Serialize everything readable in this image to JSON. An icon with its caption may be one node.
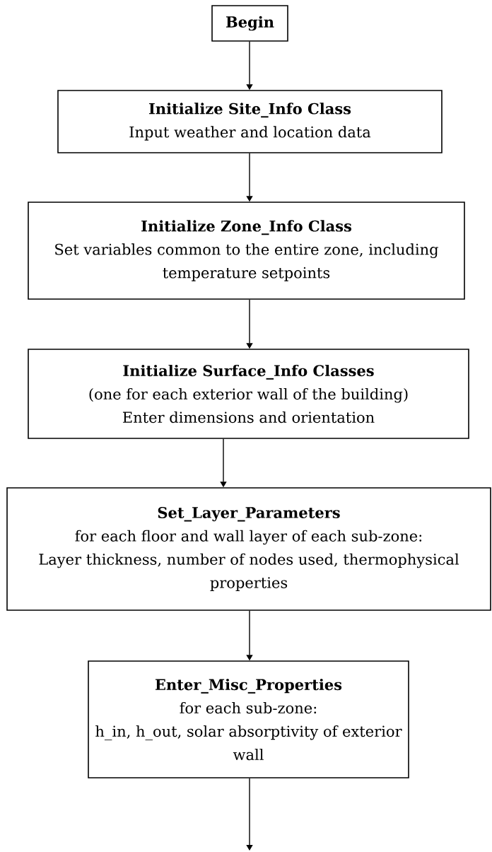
{
  "diagram": {
    "nodes": [
      {
        "text": [
          "Begin"
        ]
      },
      {
        "text": [
          "Initialize Site_Info Class",
          "Input weather and location data"
        ]
      },
      {
        "text": [
          "Initialize Zone_Info Class",
          "Set variables common to the entire zone, including temperature setpoints"
        ]
      },
      {
        "text": [
          "Initialize Surface_Info Classes",
          "(one for each exterior wall of the building)",
          "Enter dimensions and orientation"
        ]
      },
      {
        "text": [
          "Set_Layer_Parameters",
          "for each floor and wall layer of each sub-zone:",
          "Layer thickness, number of nodes used, thermophysical properties"
        ]
      },
      {
        "text": [
          "Enter_Misc_Properties",
          "for each sub-zone:",
          "h_in, h_out, solar absorptivity of exterior wall"
        ]
      }
    ],
    "edges": [
      {
        "from": 0,
        "to": 1,
        "arrow": "to"
      },
      {
        "from": 1,
        "to": 2,
        "arrow": "to"
      },
      {
        "from": 2,
        "to": 3,
        "arrow": "to"
      },
      {
        "from": 3,
        "to": 4,
        "arrow": "to"
      },
      {
        "from": 4,
        "to": 5,
        "arrow": "to"
      },
      {
        "from": 5,
        "to": null,
        "arrow": "to"
      }
    ]
  }
}
